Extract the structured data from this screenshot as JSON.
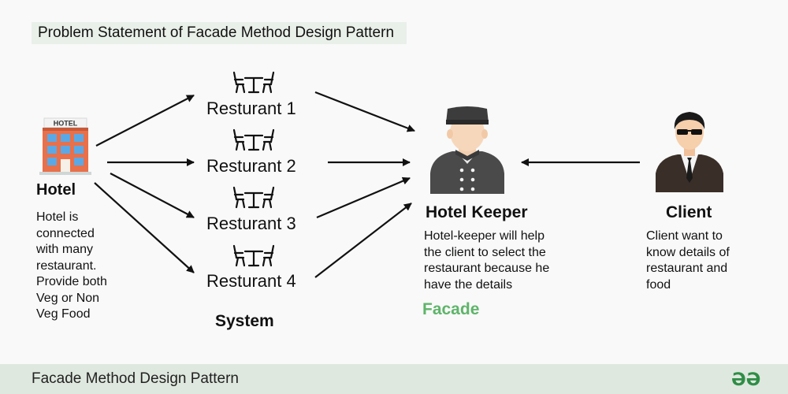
{
  "title": "Problem Statement of Facade Method Design Pattern",
  "hotel": {
    "sign": "HOTEL",
    "label": "Hotel",
    "description": [
      "Hotel is",
      "connected",
      "with many",
      "restaurant.",
      "Provide both",
      "Veg or Non",
      "Veg Food"
    ]
  },
  "restaurants": [
    "Resturant 1",
    "Resturant 2",
    "Resturant 3",
    "Resturant 4"
  ],
  "system_label": "System",
  "hotel_keeper": {
    "label": "Hotel Keeper",
    "description": [
      "Hotel-keeper will help",
      "the client to select the",
      "restaurant because he",
      "have the details"
    ],
    "role": "Facade"
  },
  "client": {
    "label": "Client",
    "description": [
      "Client want to",
      "know details of",
      "restaurant and",
      "food"
    ]
  },
  "footer": {
    "text": "Facade Method Design Pattern",
    "logo": "ƏƏ"
  },
  "colors": {
    "facade": "#5fb46a",
    "footer_bg": "#dfe8df",
    "title_bg": "#e9efe9",
    "logo": "#2f8d46"
  }
}
